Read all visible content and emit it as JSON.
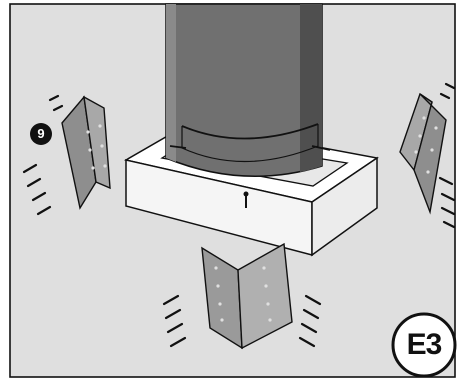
{
  "step_badge": {
    "label": "9"
  },
  "figure_label": {
    "label": "E3"
  },
  "colors": {
    "background": "#dfdfdf",
    "post": "#6f6f6f",
    "post_shadow": "#4a4a4a",
    "bracket": "#9a9a9a",
    "outline": "#111111",
    "base": "#ffffff"
  },
  "icons": {
    "step_badge": "filled-black-circle",
    "figure_label": "outlined-circle"
  }
}
